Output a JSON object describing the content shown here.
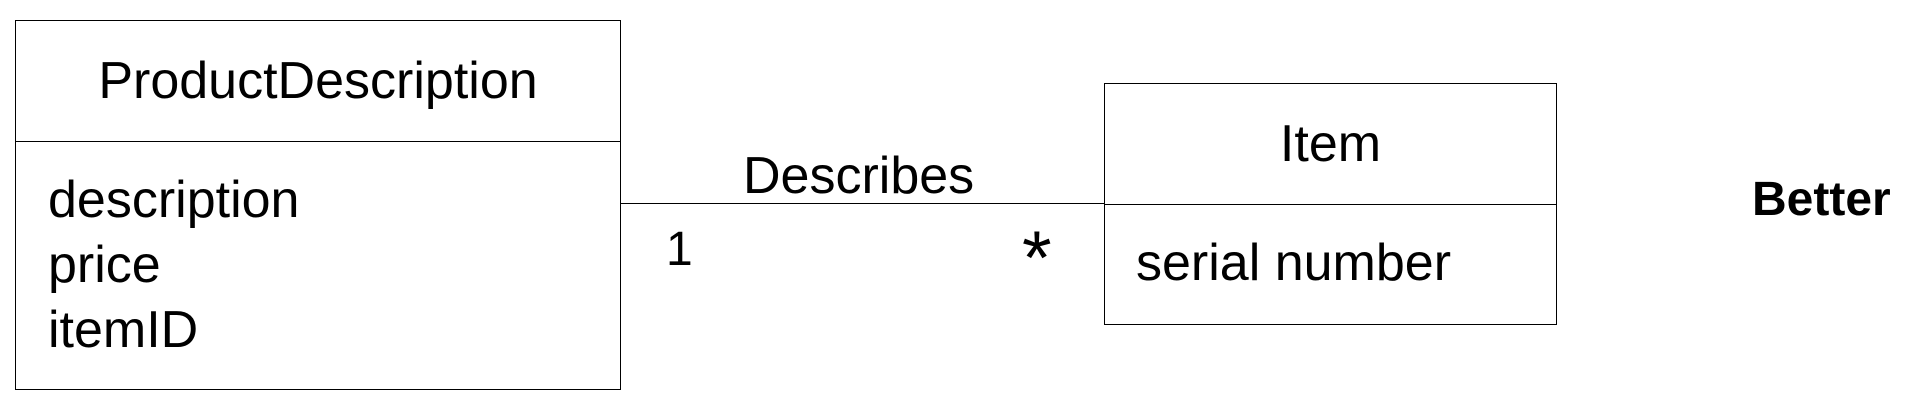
{
  "diagram": {
    "classes": [
      {
        "name": "ProductDescription",
        "attributes": [
          "description",
          "price",
          "itemID"
        ]
      },
      {
        "name": "Item",
        "attributes": [
          "serial number"
        ]
      }
    ],
    "association": {
      "label": "Describes",
      "multiplicity_source": "1",
      "multiplicity_target": "*"
    },
    "verdict": "Better"
  }
}
